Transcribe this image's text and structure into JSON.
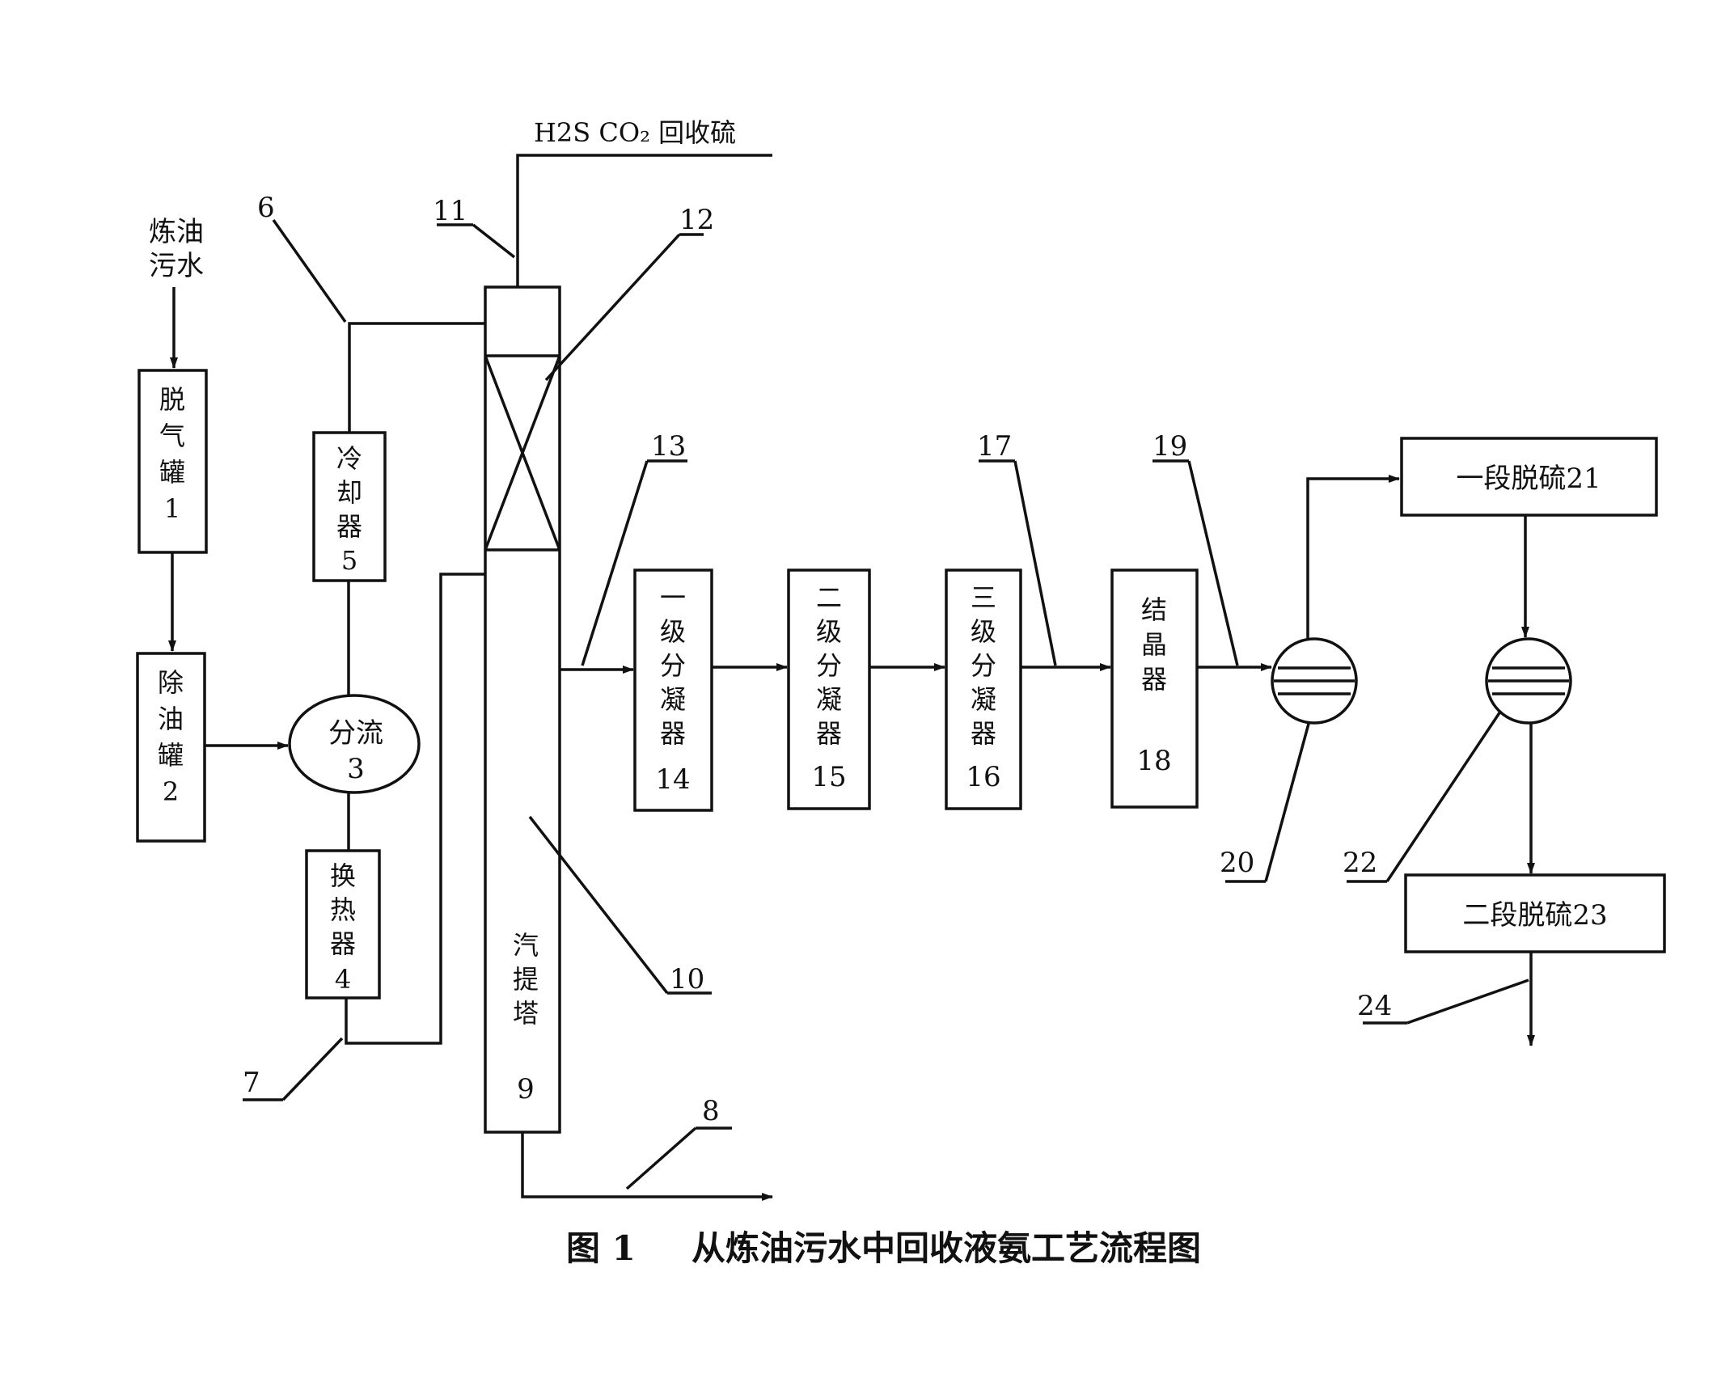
{
  "top_output": "H2S CO₂ 回收硫",
  "feed_label": [
    "炼油",
    "污水"
  ],
  "units": {
    "degas_tank": {
      "text": [
        "脱",
        "气",
        "罐",
        "1"
      ]
    },
    "oil_removal_tank": {
      "text": [
        "除",
        "油",
        "罐",
        "2"
      ]
    },
    "splitter": {
      "text": [
        "分流",
        "3"
      ]
    },
    "heat_exchanger": {
      "text": [
        "换",
        "热",
        "器",
        "4"
      ]
    },
    "cooler": {
      "text": [
        "冷",
        "却",
        "器",
        "5"
      ]
    },
    "stripper": {
      "text": [
        "汽",
        "提",
        "塔"
      ],
      "number": "9"
    },
    "condenser_1": {
      "text": [
        "一",
        "级",
        "分",
        "凝",
        "器"
      ],
      "number": "14"
    },
    "condenser_2": {
      "text": [
        "二",
        "级",
        "分",
        "凝",
        "器"
      ],
      "number": "15"
    },
    "condenser_3": {
      "text": [
        "三",
        "级",
        "分",
        "凝",
        "器"
      ],
      "number": "16"
    },
    "crystallizer": {
      "text": [
        "结",
        "晶",
        "器"
      ],
      "number": "18"
    },
    "desulf_1": {
      "text": "一段脱硫21"
    },
    "desulf_2": {
      "text": "二段脱硫23"
    }
  },
  "callouts": {
    "n6": "6",
    "n7": "7",
    "n8": "8",
    "n10": "10",
    "n11": "11",
    "n12": "12",
    "n13": "13",
    "n17": "17",
    "n19": "19",
    "n20": "20",
    "n22": "22",
    "n24": "24"
  },
  "caption": {
    "figure": "图 1",
    "title": "从炼油污水中回收液氨工艺流程图"
  }
}
